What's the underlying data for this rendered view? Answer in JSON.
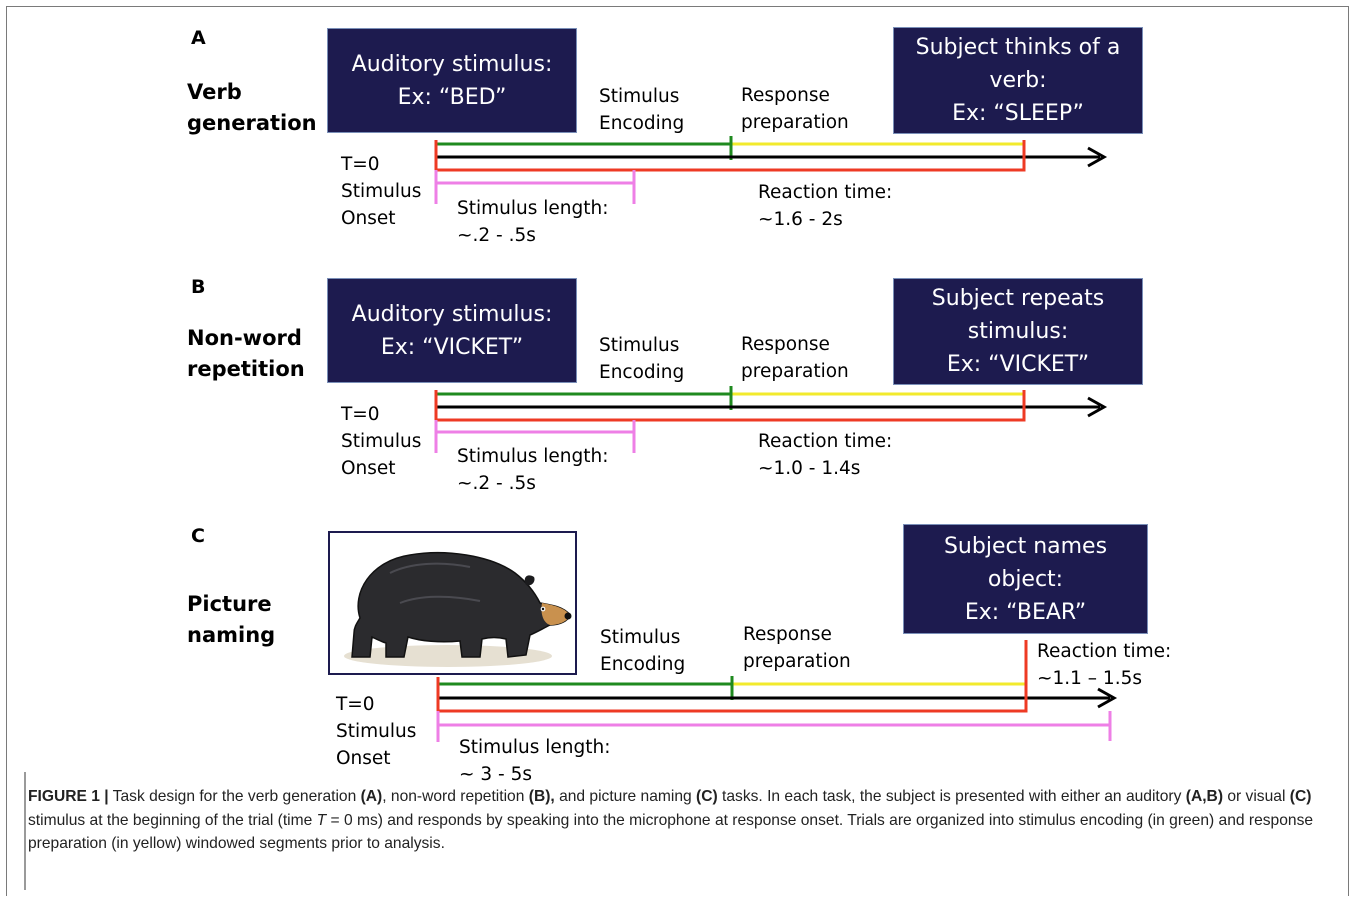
{
  "panels": [
    {
      "letter": "A",
      "task_line1": "Verb",
      "task_line2": "generation",
      "stimulus_box": [
        "Auditory stimulus:",
        "Ex: “BED”"
      ],
      "response_box": [
        "Subject thinks of a",
        "verb:",
        "Ex: “SLEEP”"
      ],
      "encoding_label": [
        "Stimulus",
        "Encoding"
      ],
      "preparation_label": [
        "Response",
        "preparation"
      ],
      "onset_label": [
        "T=0",
        "Stimulus",
        "Onset"
      ],
      "length_label": [
        "Stimulus length:",
        "~.2 - .5s"
      ],
      "rt_label": [
        "Reaction time:",
        "~1.6 - 2s"
      ]
    },
    {
      "letter": "B",
      "task_line1": "Non-word",
      "task_line2": "repetition",
      "stimulus_box": [
        "Auditory stimulus:",
        "Ex: “VICKET”"
      ],
      "response_box": [
        "Subject repeats",
        "stimulus:",
        "Ex: “VICKET”"
      ],
      "encoding_label": [
        "Stimulus",
        "Encoding"
      ],
      "preparation_label": [
        "Response",
        "preparation"
      ],
      "onset_label": [
        "T=0",
        "Stimulus",
        "Onset"
      ],
      "length_label": [
        "Stimulus length:",
        "~.2 - .5s"
      ],
      "rt_label": [
        "Reaction time:",
        "~1.0 - 1.4s"
      ]
    },
    {
      "letter": "C",
      "task_line1": "Picture",
      "task_line2": "naming",
      "response_box": [
        "Subject names",
        "object:",
        "Ex: “BEAR”"
      ],
      "encoding_label": [
        "Stimulus",
        "Encoding"
      ],
      "preparation_label": [
        "Response",
        "preparation"
      ],
      "onset_label": [
        "T=0",
        "Stimulus",
        "Onset"
      ],
      "length_label": [
        "Stimulus length:",
        "~ 3 - 5s"
      ],
      "rt_label": [
        "Reaction time:",
        "~1.1 – 1.5s"
      ],
      "picture_icon": "bear-icon"
    }
  ],
  "colors": {
    "box_fill": "#1d1b4f",
    "encoding": "#1f8a1f",
    "preparation": "#f2ea2c",
    "reaction": "#ee3a24",
    "stimulus_length": "#ee7fe6",
    "axis": "#000000"
  },
  "caption": {
    "label": "FIGURE 1 |",
    "t1": " Task design for the verb generation ",
    "b1": "(A)",
    "t2": ", non-word repetition ",
    "b2": "(B),",
    "t3": " and picture naming ",
    "b3": "(C)",
    "t4": " tasks. In each task, the subject is presented with either an auditory ",
    "b4": "(A,B)",
    "t5": " or visual ",
    "b5": "(C)",
    "t6": " stimulus at the beginning of the trial (time ",
    "i1": "T",
    "t7": " = 0 ms) and responds by speaking into the microphone at response onset. Trials are organized into stimulus encoding (in green) and response preparation (in yellow) windowed segments prior to analysis."
  }
}
